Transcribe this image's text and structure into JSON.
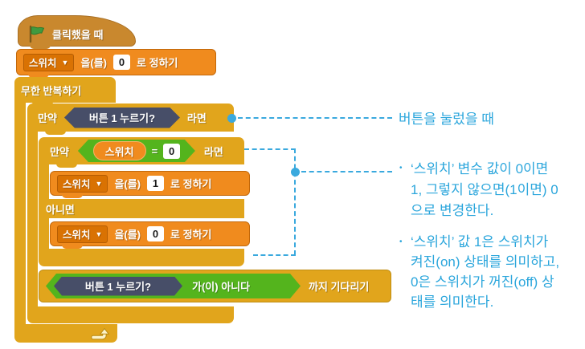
{
  "palette": {
    "control": "#e1a51c",
    "control_border": "#bf8d12",
    "data": "#f08b1e",
    "data_border": "#c2680a",
    "data_dark": "#d97203",
    "events": "#c9882e",
    "events_border": "#a86f24",
    "operator": "#54b41d",
    "bool": "#474e68",
    "flag_green": "#3f9a3f",
    "leader": "#3aa9de",
    "annotation": "#2ba6dc"
  },
  "icons": {
    "dropdown_arrow": "▼"
  },
  "blocks": {
    "hat": {
      "label": "클릭했을 때"
    },
    "set_top": {
      "variable": "스위치",
      "particle": "을(를)",
      "value": "0",
      "action": "로 정하기"
    },
    "forever": {
      "label": "무한 반복하기"
    },
    "if_button": {
      "kw_if": "만약",
      "condition": "버튼 1 누르기?",
      "kw_then": "라면"
    },
    "if_switch": {
      "kw_if": "만약",
      "variable": "스위치",
      "operator": "=",
      "value": "0",
      "kw_then": "라면"
    },
    "set_one": {
      "variable": "스위치",
      "particle": "을(를)",
      "value": "1",
      "action": "로 정하기"
    },
    "else_label": "아니면",
    "set_zero": {
      "variable": "스위치",
      "particle": "을(를)",
      "value": "0",
      "action": "로 정하기"
    },
    "wait_until": {
      "condition": "버튼 1 누르기?",
      "kw_not": "가(이) 아니다",
      "kw_wait": "까지 기다리기"
    }
  },
  "annotations": [
    {
      "text": "버튼을 눌렀을 때"
    },
    {
      "bullet": "•",
      "lines": [
        "‘스위치’ 변수 값이 0이면",
        "1, 그렇지 않으면(1이면) 0",
        "으로 변경한다."
      ]
    },
    {
      "bullet": "•",
      "lines": [
        "‘스위치’ 값 1은 스위치가",
        "켜진(on) 상태를 의미하고,",
        "0은 스위치가 꺼진(off) 상",
        "태를 의미한다."
      ]
    }
  ]
}
